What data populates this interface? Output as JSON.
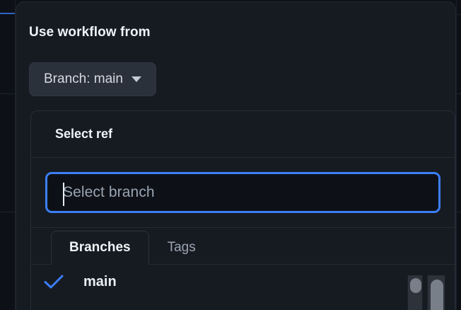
{
  "panel": {
    "title": "Use workflow from",
    "branch_button": {
      "label": "Branch: main",
      "caret_icon": "chevron-down-icon"
    }
  },
  "select_ref": {
    "title": "Select ref",
    "search": {
      "value": "",
      "placeholder": "Select branch",
      "focused": true
    },
    "tabs": [
      {
        "label": "Branches",
        "active": true
      },
      {
        "label": "Tags",
        "active": false
      }
    ],
    "items": [
      {
        "label": "main",
        "selected": true,
        "check_icon": "check-icon"
      }
    ]
  },
  "colors": {
    "accent_blue": "#3b7ef6",
    "panel_background": "#161b22",
    "input_background": "#0d1117",
    "page_background": "#0d1017",
    "text_primary": "#f0f3f6",
    "text_muted": "#9aa4b1",
    "border": "#242a34",
    "button_background": "#2b313b",
    "scrollbar_thumb": "#787f88"
  }
}
